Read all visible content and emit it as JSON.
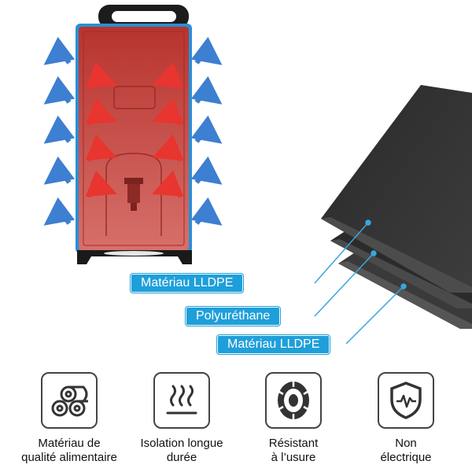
{
  "layers": [
    {
      "label": "Matériau LLDPE"
    },
    {
      "label": "Polyuréthane"
    },
    {
      "label": "Matériau LLDPE"
    }
  ],
  "features": [
    {
      "icon": "food-grade-rolls-icon",
      "line1": "Matériau de",
      "line2": "qualité alimentaire"
    },
    {
      "icon": "heat-waves-icon",
      "line1": "Isolation longue",
      "line2": "durée"
    },
    {
      "icon": "tire-icon",
      "line1": "Résistant",
      "line2": "à l’usure"
    },
    {
      "icon": "shield-pulse-icon",
      "line1": "Non",
      "line2": "électrique"
    }
  ],
  "colors": {
    "label_bg": "#1f9fd9",
    "heat_arrow": "#e8352f",
    "cool_arrow": "#3d7fd0",
    "container_fill": "#c8473f",
    "container_outline": "#2a8fd6",
    "panel": "#333333"
  }
}
